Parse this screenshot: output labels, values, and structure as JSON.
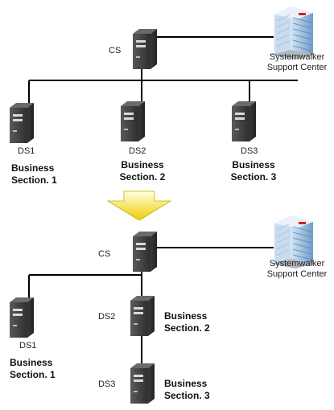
{
  "top": {
    "cs": "CS",
    "support_center": [
      "Systemwalker",
      "Support Center"
    ],
    "ds": [
      {
        "name": "DS1",
        "section": [
          "Business",
          "Section. 1"
        ]
      },
      {
        "name": "DS2",
        "section": [
          "Business",
          "Section. 2"
        ]
      },
      {
        "name": "DS3",
        "section": [
          "Business",
          "Section. 3"
        ]
      }
    ]
  },
  "bottom": {
    "cs": "CS",
    "support_center": [
      "Systemwalker",
      "Support Center"
    ],
    "ds": [
      {
        "name": "DS1",
        "section": [
          "Business",
          "Section. 1"
        ]
      },
      {
        "name": "DS2",
        "section": [
          "Business",
          "Section. 2"
        ]
      },
      {
        "name": "DS3",
        "section": [
          "Business",
          "Section. 3"
        ]
      }
    ]
  },
  "colors": {
    "line": "#000000",
    "server": "#4a4a4a",
    "arrow_top": "#fffbb0",
    "arrow_bottom": "#f2d400",
    "building": "#8fb4d9"
  }
}
